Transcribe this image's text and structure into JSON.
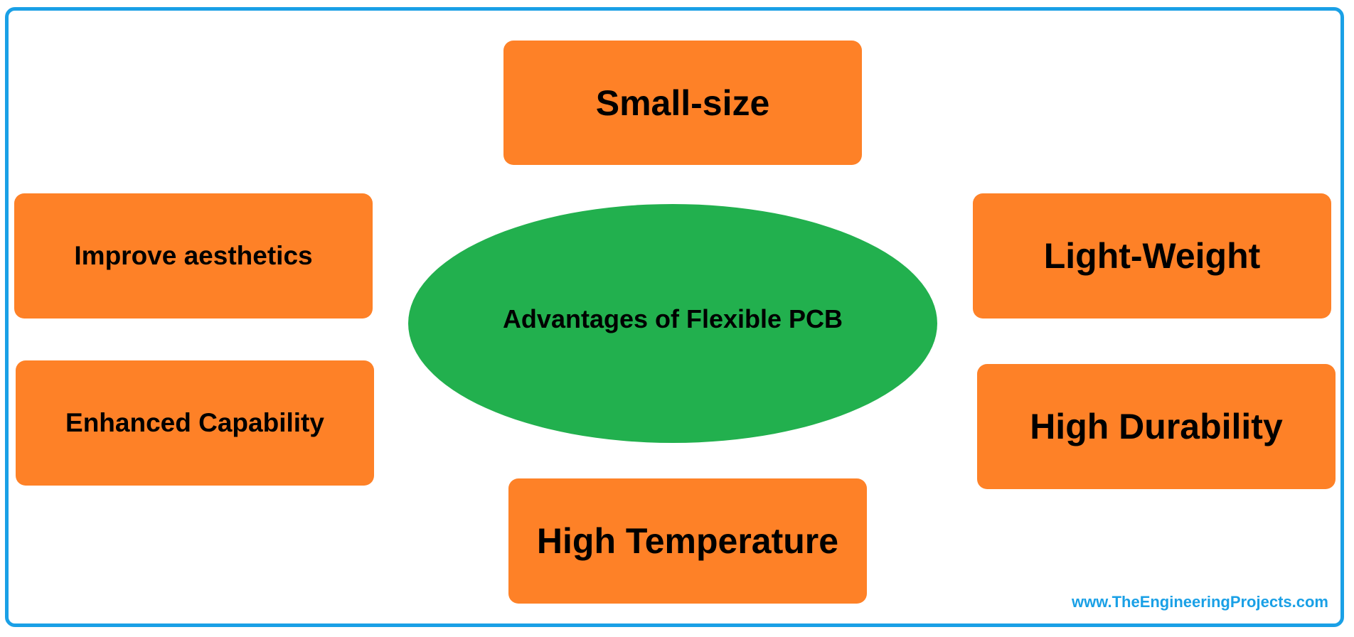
{
  "diagram": {
    "center": "Advantages of Flexible PCB",
    "items": {
      "top": "Small-size",
      "left_top": "Improve aesthetics",
      "left_bottom": "Enhanced Capability",
      "right_top": "Light-Weight",
      "right_bottom": "High Durability",
      "bottom": "High Temperature"
    },
    "watermark": "www.TheEngineeringProjects.com"
  },
  "colors": {
    "frame": "#1aa0e6",
    "box": "#fe8127",
    "ellipse": "#22b04e",
    "watermark": "#1aa0e6",
    "text": "#000000"
  }
}
